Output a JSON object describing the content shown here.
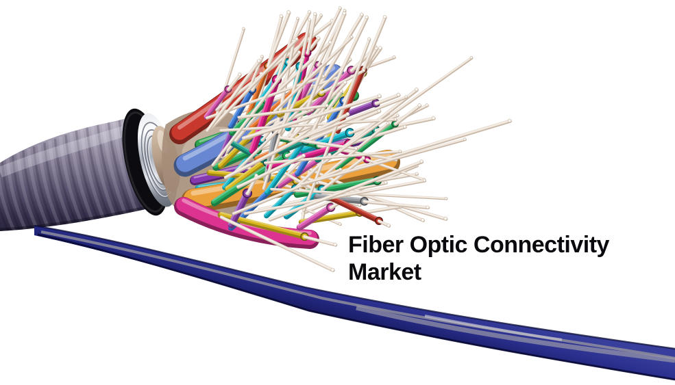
{
  "title": {
    "line1": "Fiber Optic Connectivity",
    "line2": "Market"
  },
  "illustration": {
    "alt": "Cut-open armored fiber optic cable with multicolored buffer tubes and bare white fibers fanning out, above a glossy dark blue cable",
    "colors": {
      "background": "#ffffff",
      "title": "#0a0a0e",
      "armor_light": "#b7b1c2",
      "armor_mid": "#5e5773",
      "armor_dark": "#262138",
      "collar_black": "#0c0c10",
      "silver_light": "#fbfcfe",
      "silver_dark": "#5f656f",
      "inner_tan": "#b29a84",
      "tube_red": "#c8382c",
      "tube_green": "#2fa34f",
      "tube_blue": "#6787d2",
      "tube_purple": "#8638ae",
      "tube_teal": "#18b7c9",
      "tube_orange": "#eca03c",
      "tube_magenta": "#dd3390",
      "strand_palette": [
        "#e0218a",
        "#27ae60",
        "#8e44ad",
        "#16b8cc",
        "#e8742a",
        "#c0392b",
        "#d8b81f",
        "#3a7ad8",
        "#969aa0",
        "#d957b0",
        "#1f9e8c"
      ],
      "fiber_beige": "#e7dcd1",
      "fiber_beige_shadow": "#c7b5a4",
      "fiber_highlight": "#f6efe7",
      "fiber_tip_white": "#fbf8f4",
      "drop_cable_blue": "#2a2f8d",
      "drop_cable_dark": "#0c0d33",
      "drop_cable_highlight": "#8f8e9e"
    }
  }
}
